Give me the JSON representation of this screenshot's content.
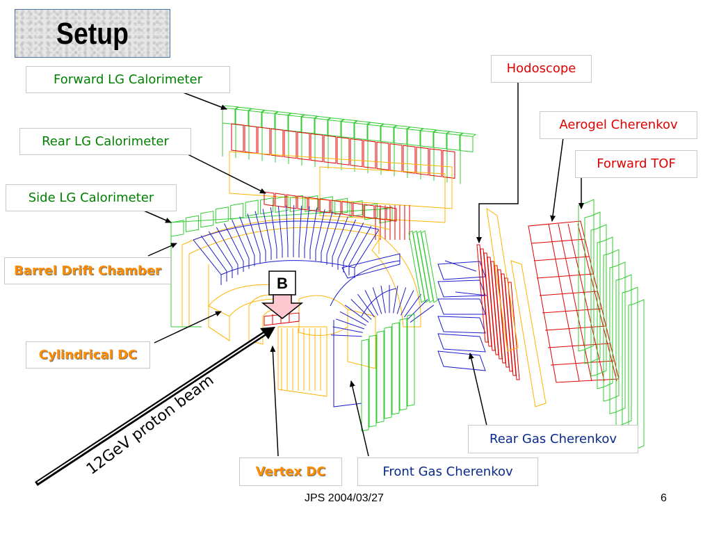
{
  "slide": {
    "title": "Setup",
    "footer_center": "JPS 2004/03/27",
    "page_number": "6"
  },
  "labels": {
    "forward_lg": "Forward LG Calorimeter",
    "rear_lg": "Rear LG Calorimeter",
    "side_lg": "Side LG Calorimeter",
    "barrel_dc": "Barrel Drift Chamber",
    "cylindrical_dc": "Cylindrical DC",
    "vertex_dc": "Vertex DC",
    "front_gas_cherenkov": "Front Gas Cherenkov",
    "rear_gas_cherenkov": "Rear Gas Cherenkov",
    "hodoscope": "Hodoscope",
    "aerogel_cherenkov": "Aerogel Cherenkov",
    "forward_tof": "Forward TOF",
    "magnetic_field": "B",
    "beam": "12GeV proton beam"
  },
  "colors": {
    "calorimeter": "#00c000",
    "drift_chamber": "#ffb400",
    "cherenkov": "#1a1ad0",
    "red_detectors": "#e00000",
    "label_green": "#008000",
    "label_red": "#e00000",
    "label_navy": "#0a2a8a",
    "label_orange": "#ff8c00"
  }
}
